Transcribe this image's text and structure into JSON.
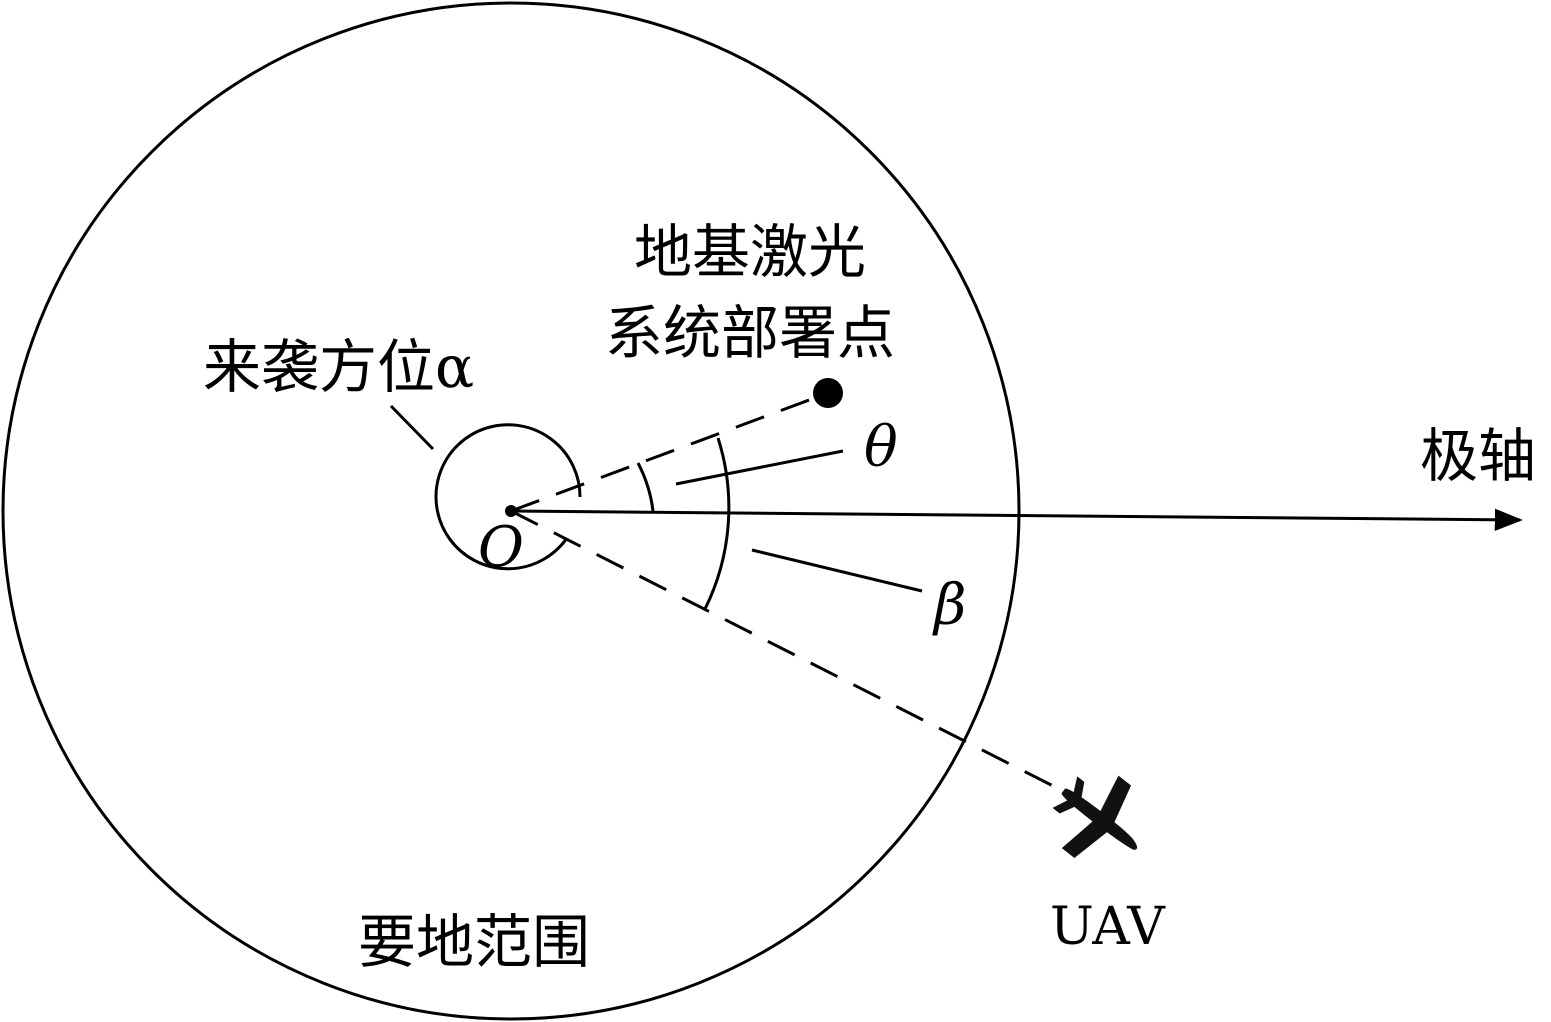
{
  "labels": {
    "laser_site_line1": "地基激光",
    "laser_site_line2": "系统部署点",
    "attack_azimuth": "来袭方位α",
    "polar_axis": "极轴",
    "origin": "O",
    "theta": "θ",
    "beta": "β",
    "uav": "UAV",
    "defended_area": "要地范围"
  },
  "icons": {
    "uav": "airplane-icon"
  },
  "colors": {
    "stroke": "#000000",
    "background": "#ffffff"
  }
}
